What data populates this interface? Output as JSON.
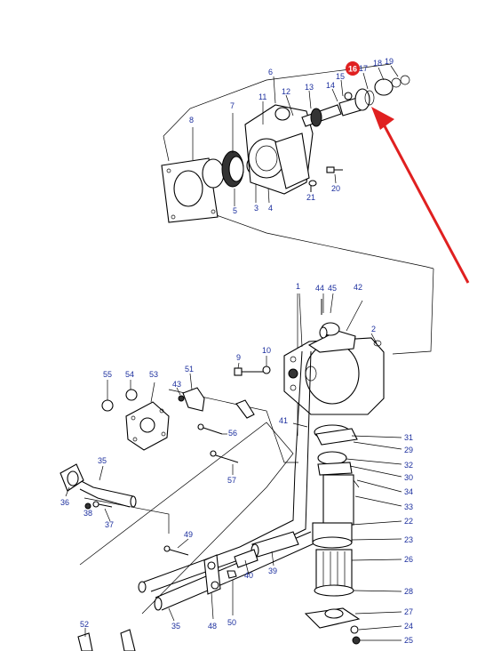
{
  "diagram": {
    "highlight_color": "#e02020",
    "label_color": "#1c2f9e",
    "callouts": [
      {
        "id": "c1",
        "text": "1"
      },
      {
        "id": "c2",
        "text": "2"
      },
      {
        "id": "c3",
        "text": "3"
      },
      {
        "id": "c4",
        "text": "4"
      },
      {
        "id": "c5",
        "text": "5"
      },
      {
        "id": "c6",
        "text": "6"
      },
      {
        "id": "c7",
        "text": "7"
      },
      {
        "id": "c8",
        "text": "8"
      },
      {
        "id": "c9",
        "text": "9"
      },
      {
        "id": "c10",
        "text": "10"
      },
      {
        "id": "c11",
        "text": "11"
      },
      {
        "id": "c12",
        "text": "12"
      },
      {
        "id": "c13",
        "text": "13"
      },
      {
        "id": "c14",
        "text": "14"
      },
      {
        "id": "c15",
        "text": "15"
      },
      {
        "id": "c16",
        "text": "16"
      },
      {
        "id": "c17",
        "text": "17"
      },
      {
        "id": "c18",
        "text": "18"
      },
      {
        "id": "c19",
        "text": "19"
      },
      {
        "id": "c20",
        "text": "20"
      },
      {
        "id": "c21",
        "text": "21"
      },
      {
        "id": "c22",
        "text": "22"
      },
      {
        "id": "c23",
        "text": "23"
      },
      {
        "id": "c24",
        "text": "24"
      },
      {
        "id": "c25",
        "text": "25"
      },
      {
        "id": "c26",
        "text": "26"
      },
      {
        "id": "c27",
        "text": "27"
      },
      {
        "id": "c28",
        "text": "28"
      },
      {
        "id": "c29",
        "text": "29"
      },
      {
        "id": "c30",
        "text": "30"
      },
      {
        "id": "c31",
        "text": "31"
      },
      {
        "id": "c32",
        "text": "32"
      },
      {
        "id": "c33",
        "text": "33"
      },
      {
        "id": "c34",
        "text": "34"
      },
      {
        "id": "c35a",
        "text": "35"
      },
      {
        "id": "c35b",
        "text": "35"
      },
      {
        "id": "c36",
        "text": "36"
      },
      {
        "id": "c37",
        "text": "37"
      },
      {
        "id": "c38",
        "text": "38"
      },
      {
        "id": "c39",
        "text": "39"
      },
      {
        "id": "c40",
        "text": "40"
      },
      {
        "id": "c41",
        "text": "41"
      },
      {
        "id": "c42",
        "text": "42"
      },
      {
        "id": "c43",
        "text": "43"
      },
      {
        "id": "c44",
        "text": "44"
      },
      {
        "id": "c45",
        "text": "45"
      },
      {
        "id": "c48",
        "text": "48"
      },
      {
        "id": "c49",
        "text": "49"
      },
      {
        "id": "c50",
        "text": "50"
      },
      {
        "id": "c51",
        "text": "51"
      },
      {
        "id": "c52",
        "text": "52"
      },
      {
        "id": "c53",
        "text": "53"
      },
      {
        "id": "c54",
        "text": "54"
      },
      {
        "id": "c55",
        "text": "55"
      },
      {
        "id": "c56",
        "text": "56"
      },
      {
        "id": "c57",
        "text": "57"
      }
    ]
  }
}
